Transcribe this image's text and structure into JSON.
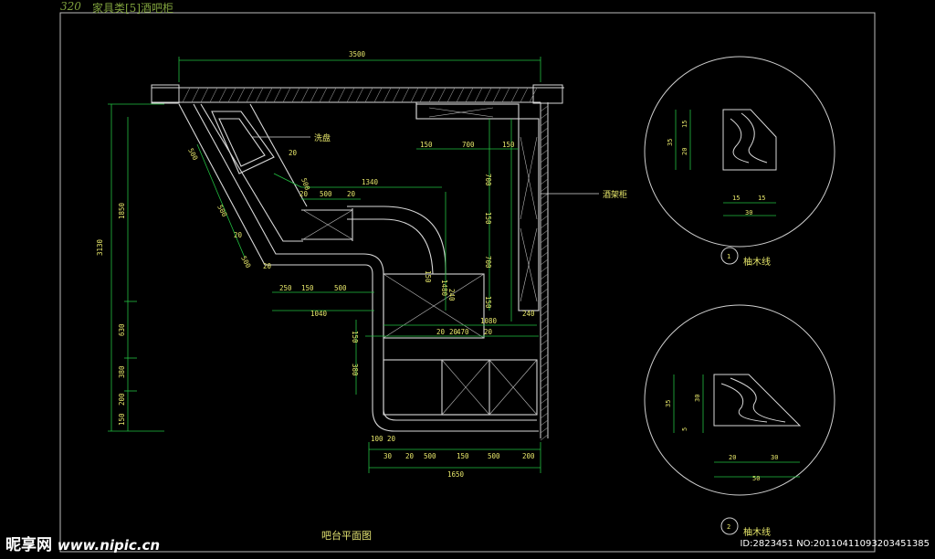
{
  "header": {
    "page_number": "320",
    "title": "家具类[5]酒吧柜"
  },
  "plan": {
    "title": "吧台平面图",
    "callouts": {
      "sink": "洗盘",
      "wine_rack": "酒架柜"
    },
    "dims": {
      "overall_width": "3500",
      "top_150": "150",
      "top_700": "700",
      "right_700a": "700",
      "right_150": "150",
      "right_700b": "700",
      "right_150b": "150",
      "right_1480": "1480",
      "right_240": "240",
      "right_1080": "1080",
      "mid_1340": "1340",
      "mid_20a": "20",
      "mid_500": "500",
      "mid_20b": "20",
      "diag_500a": "500",
      "diag_20": "20",
      "diag_500b": "500",
      "diag_500c": "500",
      "diag_20b": "20",
      "diag_500d": "500",
      "diag_20c": "20",
      "lower_250": "250",
      "lower_150": "150",
      "lower_500": "500",
      "lower_1040": "1040",
      "vert_150": "150",
      "vert_240": "240",
      "vert_20": "20",
      "vert_20b": "20",
      "vert_470": "470",
      "vert_20c": "20",
      "vert_150b": "150",
      "vert_380": "380",
      "left_3130": "3130",
      "left_1850": "1850",
      "left_630": "630",
      "left_380": "380",
      "left_200": "200",
      "left_150": "150",
      "bot_100": "100",
      "bot_20a": "20",
      "bot_30": "30",
      "bot_20b": "20",
      "bot_500a": "500",
      "bot_150": "150",
      "bot_500b": "500",
      "bot_200": "200",
      "bot_1650": "1650"
    }
  },
  "detail1": {
    "number": "1",
    "label": "柚木线",
    "dims": {
      "h35": "35",
      "h15": "15",
      "h20": "20",
      "w15a": "15",
      "w15b": "15",
      "w30": "30"
    }
  },
  "detail2": {
    "number": "2",
    "label": "柚木线",
    "dims": {
      "h35": "35",
      "h30": "30",
      "h5": "5",
      "w20": "20",
      "w30": "30",
      "w50": "50"
    }
  },
  "watermark": {
    "brand": "昵享网",
    "url": "www.nipic.cn",
    "id_text": "ID:2823451 NO:20110411093203451385"
  },
  "colors": {
    "line": "#d8d8d8",
    "dim": "#22c040",
    "text": "#e6e66a",
    "frame": "#c8c8c8"
  }
}
